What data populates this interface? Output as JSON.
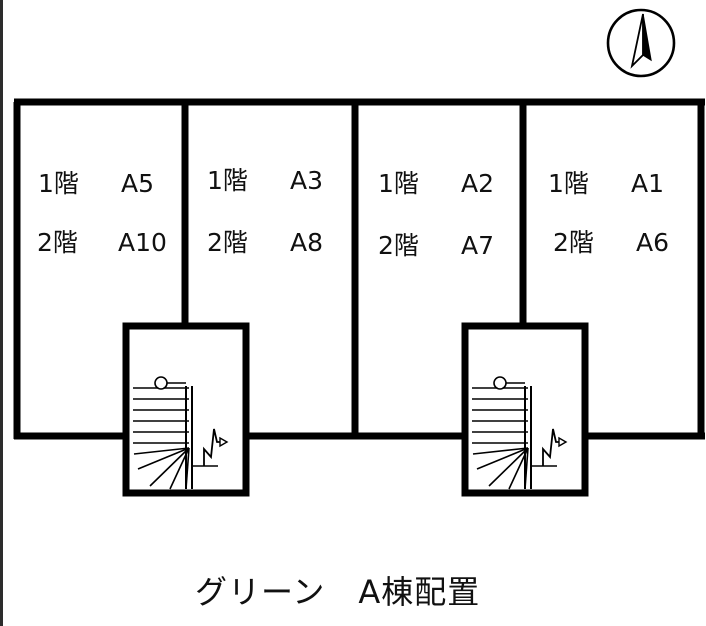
{
  "colors": {
    "ink": "#000000",
    "background": "#ffffff"
  },
  "compass": {
    "icon": "north-arrow-icon"
  },
  "units": [
    {
      "floor1": "1階",
      "unit1": "A5",
      "floor2": "2階",
      "unit2": "A10"
    },
    {
      "floor1": "1階",
      "unit1": "A3",
      "floor2": "2階",
      "unit2": "A8"
    },
    {
      "floor1": "1階",
      "unit1": "A2",
      "floor2": "2階",
      "unit2": "A7"
    },
    {
      "floor1": "1階",
      "unit1": "A1",
      "floor2": "2階",
      "unit2": "A6"
    }
  ],
  "stairwells": [
    {
      "icon": "staircase-icon"
    },
    {
      "icon": "staircase-icon"
    }
  ],
  "caption": "グリーン　A棟配置"
}
